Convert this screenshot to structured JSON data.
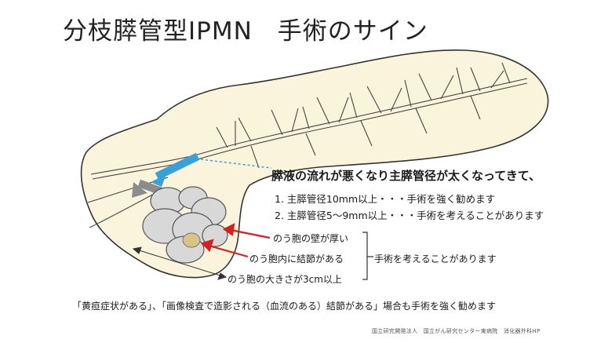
{
  "title": "分枝膵管型IPMN　手術のサイン",
  "heading": "膵液の流れが悪くなり主膵管径が太くなってきて、",
  "criteria": [
    "1. 主膵管径10mm以上・・・手術を強く勧めます",
    "2. 主膵管径5～9mm以上・・・手術を考えることがあります"
  ],
  "findings": [
    "のう胞の壁が厚い",
    "のう胞内に結節がある",
    "のう胞の大きさが3cm以上"
  ],
  "consider_surgery": "手術を考えることがあります",
  "bottom_note": "「黄疸症状がある」、「画像検査で造影される（血流のある）結節がある」場合も手術を強く勧めます",
  "credit": "国立研究開発法人　国立がん研究センター東病院　消化器外科HP",
  "colors": {
    "pancreas_fill": "#fbf4dc",
    "outline": "#333333",
    "duct_blue": "#3aa0d8",
    "arrow_gray": "#8c8c8c",
    "cyst_gray": "#d8d8d8",
    "nodule": "#d8c585",
    "red_arrow": "#d42020"
  }
}
